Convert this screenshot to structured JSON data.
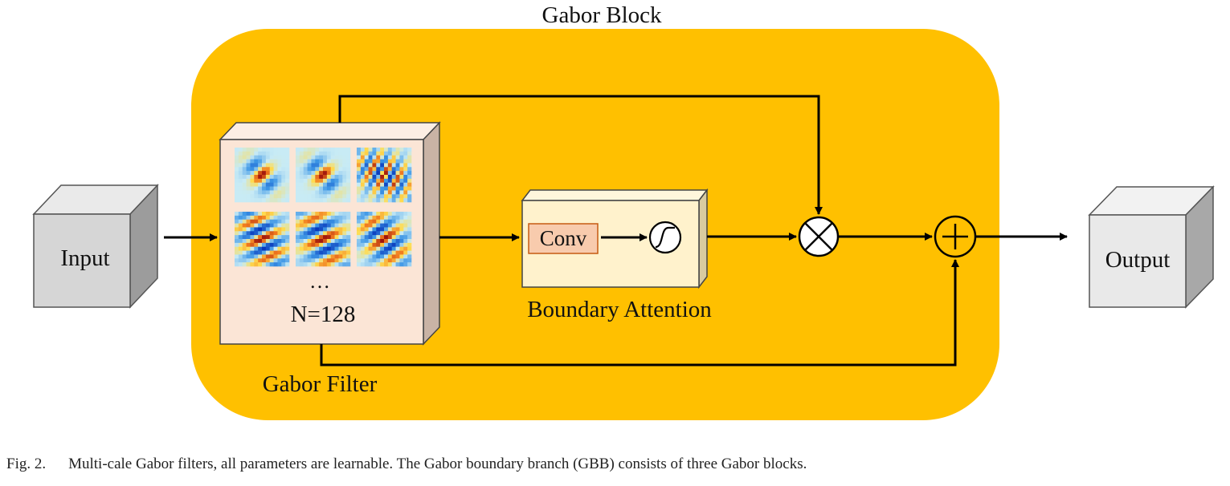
{
  "block_title": "Gabor Block",
  "input_label": "Input",
  "output_label": "Output",
  "filter": {
    "ellipsis": "…",
    "count_label": "N=128",
    "caption": "Gabor Filter",
    "kernels": [
      {
        "angle": -40,
        "freq": 1.0,
        "sigma": 0.3
      },
      {
        "angle": -40,
        "freq": 1.0,
        "sigma": 0.3
      },
      {
        "angle": -60,
        "freq": 2.0,
        "sigma": 0.55
      },
      {
        "angle": -25,
        "freq": 1.4,
        "sigma": 0.6
      },
      {
        "angle": -25,
        "freq": 1.2,
        "sigma": 0.6
      },
      {
        "angle": -35,
        "freq": 1.3,
        "sigma": 0.55
      }
    ]
  },
  "attention": {
    "conv_label": "Conv",
    "caption": "Boundary Attention"
  },
  "colors": {
    "block_fill": "#FFC000",
    "cube_gray": "#D9D9D9",
    "filter_face": "#FBE5D6",
    "attention_face": "#FFF2CC",
    "conv_fill": "#F8CBAD",
    "conv_border": "#C55A11"
  },
  "icons": {
    "multiply": "circle-times-icon",
    "add": "circle-plus-icon",
    "sigmoid": "sigmoid-icon"
  },
  "caption": {
    "fig_label": "Fig. 2.",
    "text": "Multi-cale Gabor filters, all parameters are learnable. The Gabor boundary branch (GBB) consists of three Gabor blocks."
  }
}
